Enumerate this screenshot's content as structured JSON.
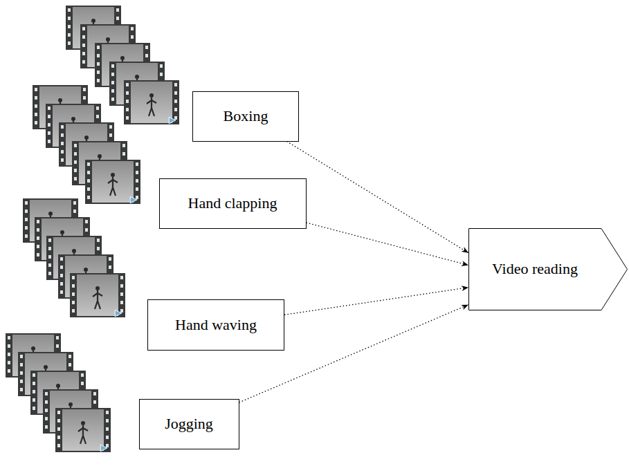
{
  "diagram": {
    "nodes": [
      {
        "text": [
          "Boxing"
        ]
      },
      {
        "text": [
          "Hand clapping"
        ]
      },
      {
        "text": [
          "Hand waving"
        ]
      },
      {
        "text": [
          "Jogging"
        ]
      },
      {
        "text": [
          "Video reading"
        ]
      }
    ],
    "edges": [
      {
        "from": 0,
        "to": 4,
        "arrow": "to"
      },
      {
        "from": 1,
        "to": 4,
        "arrow": "to"
      },
      {
        "from": 2,
        "to": 4,
        "arrow": "to"
      },
      {
        "from": 3,
        "to": 4,
        "arrow": "to"
      }
    ]
  }
}
